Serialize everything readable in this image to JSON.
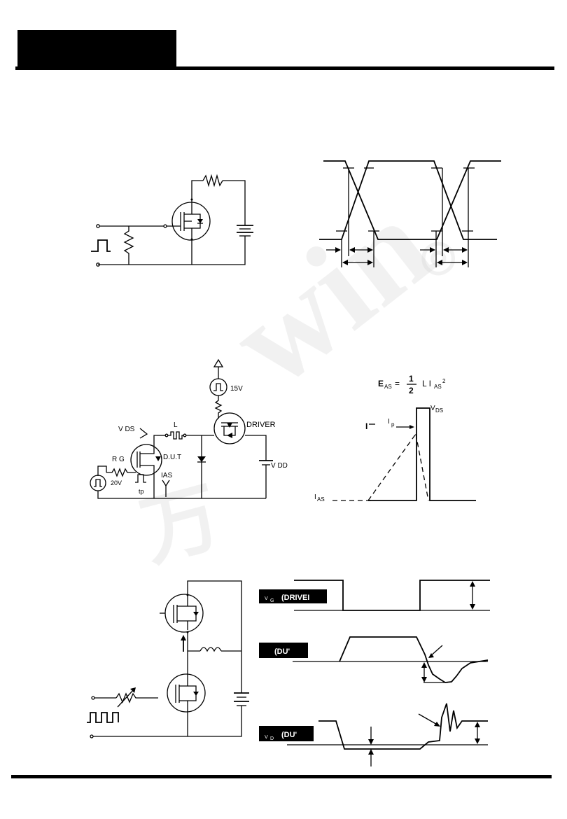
{
  "watermark": {
    "text": "win",
    "glyph_mark": "◎",
    "glyph_lower": "万"
  },
  "fig3": {
    "eas_lhs": "E",
    "eas_lhs_sub": "AS",
    "eas_eq": "=",
    "eas_num": "1",
    "eas_den": "2",
    "eas_rhs": "L I",
    "eas_rhs_sub": "AS",
    "eas_rhs_sup": "2",
    "vds_label": "V",
    "vds_sub": "DS",
    "ip_label": "I",
    "ip_sub": "p",
    "i_label": "I",
    "ias_label": "I",
    "ias_sub": "AS"
  },
  "fig3_circuit": {
    "v15": "15V",
    "driver": "DRIVER",
    "vds": "V DS",
    "l": "L",
    "rg": "R G",
    "dut": "D.U.T",
    "ias": "IAS",
    "v20": "20V",
    "tp": "tp",
    "vdd": "V DD"
  },
  "fig4": {
    "vg_label": "(DRIVEI",
    "vg_prefix": "V",
    "vg_sub": "G",
    "is_label": "(DU'",
    "vd_label": "(DU'",
    "vd_prefix": "V",
    "vd_sub": "D"
  }
}
